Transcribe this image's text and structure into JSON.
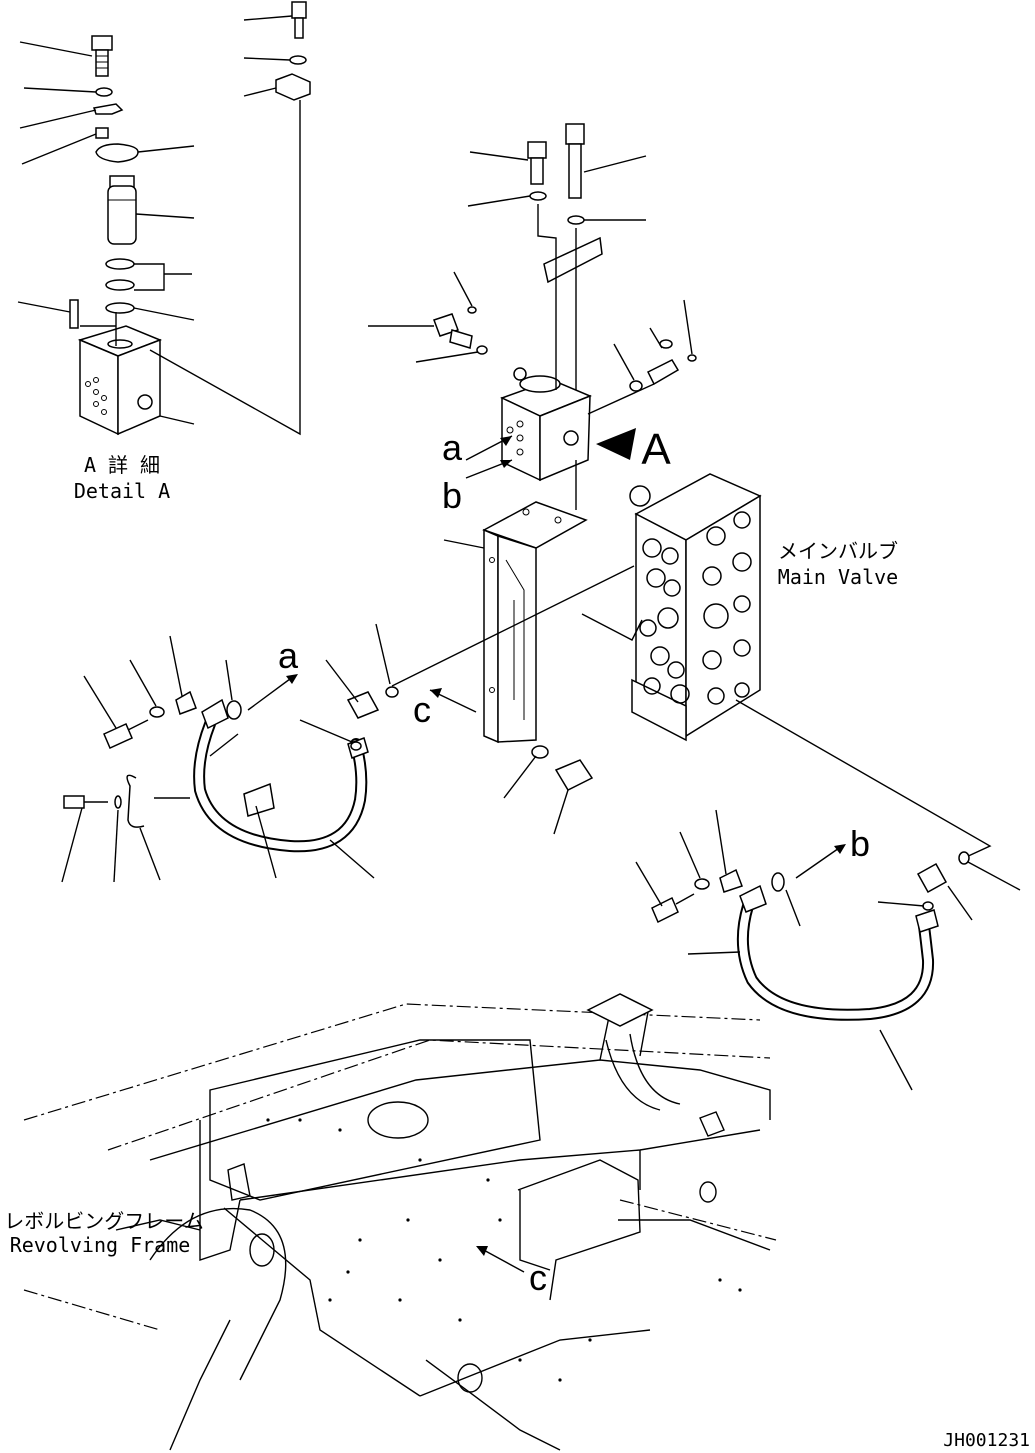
{
  "detail": {
    "title_jp": "A 詳 細",
    "title_en": "Detail A"
  },
  "main_valve": {
    "label_jp": "メインバルブ",
    "label_en": "Main Valve"
  },
  "frame": {
    "label_jp": "レボルビングフレーム",
    "label_en": "Revolving Frame"
  },
  "view_markers": {
    "A": "A",
    "a_upper": "a",
    "b_upper": "b",
    "a_hose": "a",
    "b_hose": "b",
    "c_bracket": "c",
    "c_frame": "c"
  },
  "drawing_id": "JH001231"
}
